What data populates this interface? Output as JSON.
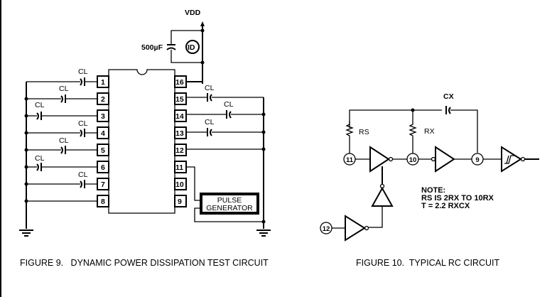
{
  "figure9": {
    "caption": "FIGURE 9.   DYNAMIC POWER DISSIPATION TEST CIRCUIT",
    "supply_label": "VDD",
    "decoupling_cap_label": "500µF",
    "current_meter_label": "ID",
    "load_cap_label": "CL",
    "left_pins": [
      "1",
      "2",
      "3",
      "4",
      "5",
      "6",
      "7",
      "8"
    ],
    "right_pins": [
      "16",
      "15",
      "14",
      "13",
      "12",
      "11",
      "10",
      "9"
    ],
    "pulse_generator": [
      "PULSE",
      "GENERATOR"
    ]
  },
  "figure10": {
    "caption": "FIGURE 10.  TYPICAL RC CIRCUIT",
    "cx_label": "CX",
    "rs_label": "RS",
    "rx_label": "RX",
    "nodes": {
      "n11": "11",
      "n10": "10",
      "n9": "9",
      "n12": "12"
    },
    "note": [
      "NOTE:",
      "RS IS 2RX TO 10RX",
      "T = 2.2 RXCX"
    ]
  }
}
